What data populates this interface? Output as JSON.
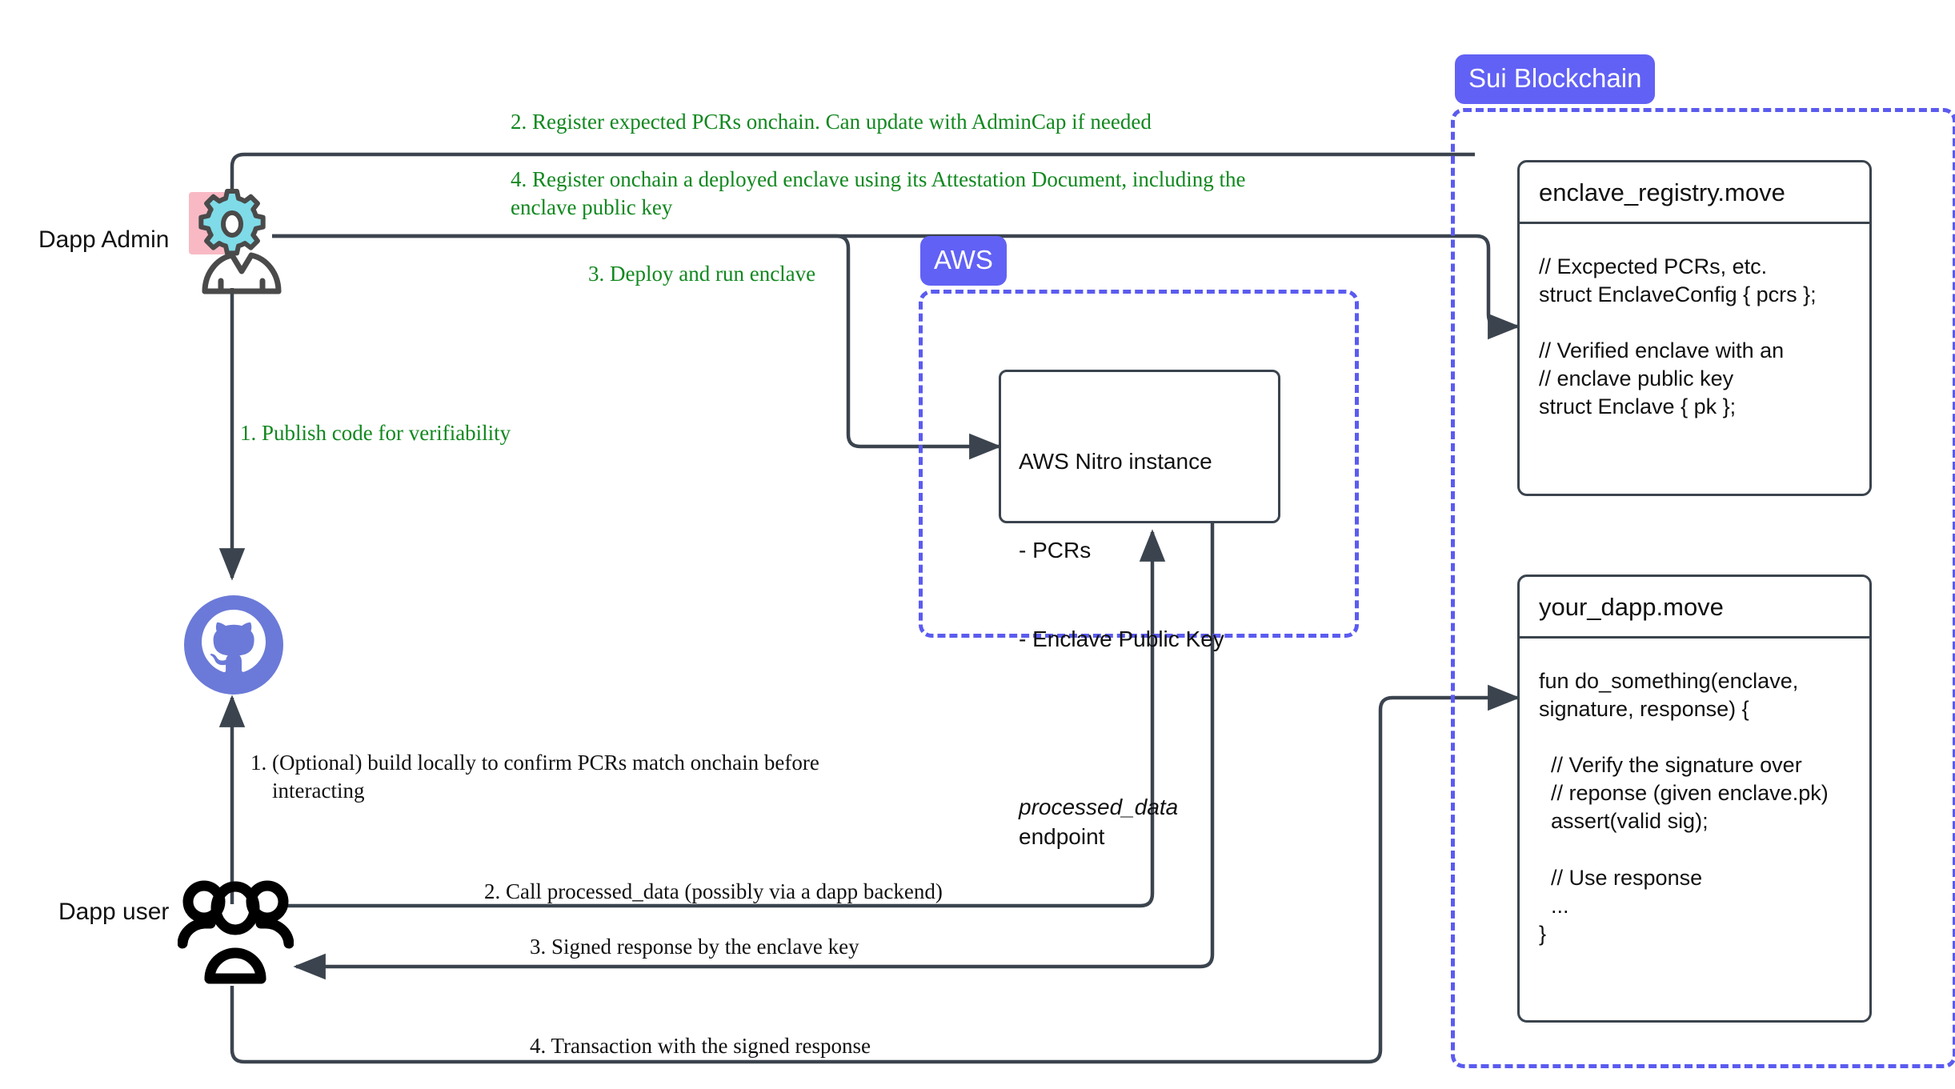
{
  "diagram": {
    "title": "Sui Nitro Enclave attestation architecture"
  },
  "actors": {
    "admin": {
      "label": "Dapp Admin",
      "icon": "admin-gear-person-icon"
    },
    "user": {
      "label": "Dapp user",
      "icon": "users-group-icon"
    },
    "github": {
      "label": "github-icon"
    }
  },
  "zones": {
    "aws": {
      "badge": "AWS",
      "color": "#6161f5"
    },
    "sui": {
      "badge": "Sui Blockchain",
      "color": "#6161f5"
    }
  },
  "nitro_box": {
    "line1": "AWS Nitro instance",
    "line2": "- PCRs",
    "line3": "- Enclave Public Key",
    "endpoint_italic": "processed_data",
    "endpoint_rest": " endpoint"
  },
  "cards": [
    {
      "title": "enclave_registry.move",
      "body": "// Excpected PCRs, etc.\nstruct EnclaveConfig { pcrs };\n\n// Verified enclave with an\n// enclave public key\nstruct Enclave { pk };"
    },
    {
      "title": "your_dapp.move",
      "body": "fun do_something(enclave,\nsignature, response) {\n\n  // Verify the signature over\n  // reponse (given enclave.pk)\n  assert(valid sig);\n\n  // Use response\n  ...\n}"
    }
  ],
  "steps": {
    "admin_register_pcrs": "2. Register expected PCRs onchain. Can update with AdminCap if needed",
    "admin_register_enclave": "4. Register onchain a deployed enclave using its Attestation Document, including the\nenclave public key",
    "admin_deploy": "3. Deploy and run enclave",
    "admin_publish": "1. Publish code for verifiability",
    "user_build_locally": "1. (Optional) build locally to confirm PCRs match onchain before\n    interacting",
    "user_call": "2. Call processed_data (possibly via a dapp backend)",
    "user_signed_response": "3. Signed response by the enclave key",
    "user_transaction": "4. Transaction with the signed response"
  },
  "colors": {
    "green_text": "#11881f",
    "line": "#3b444e",
    "zone_purple": "#6161f5",
    "github_blue": "#6b7ad8",
    "gear_cyan": "#7fdbe8",
    "admin_pink": "#f9b9c4"
  }
}
